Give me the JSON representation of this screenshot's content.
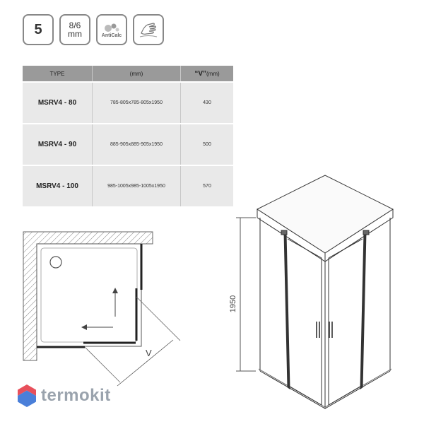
{
  "badges": {
    "glass_class": "5",
    "thickness_top": "8/6",
    "thickness_bottom": "mm",
    "anticalc_label": "AntiCalc"
  },
  "table": {
    "headers": [
      "TYPE",
      "(mm)",
      "(mm)"
    ],
    "header_v_label": "“V”",
    "rows": [
      {
        "type": "MSRV4 - 80",
        "dims": "785-805x785-805x1950",
        "v": "430"
      },
      {
        "type": "MSRV4 - 90",
        "dims": "885-905x885-905x1950",
        "v": "500"
      },
      {
        "type": "MSRV4 - 100",
        "dims": "985-1005x985-1005x1950",
        "v": "570"
      }
    ]
  },
  "diagram": {
    "plan_v_label": "V",
    "height_label": "1950"
  },
  "brand": {
    "name": "termokit"
  },
  "colors": {
    "table_header": "#9a9a9a",
    "table_cell": "#e9e9e9",
    "logo_red": "#e8505b",
    "logo_blue": "#4a7fd9",
    "logo_text": "#9aa3ad"
  }
}
